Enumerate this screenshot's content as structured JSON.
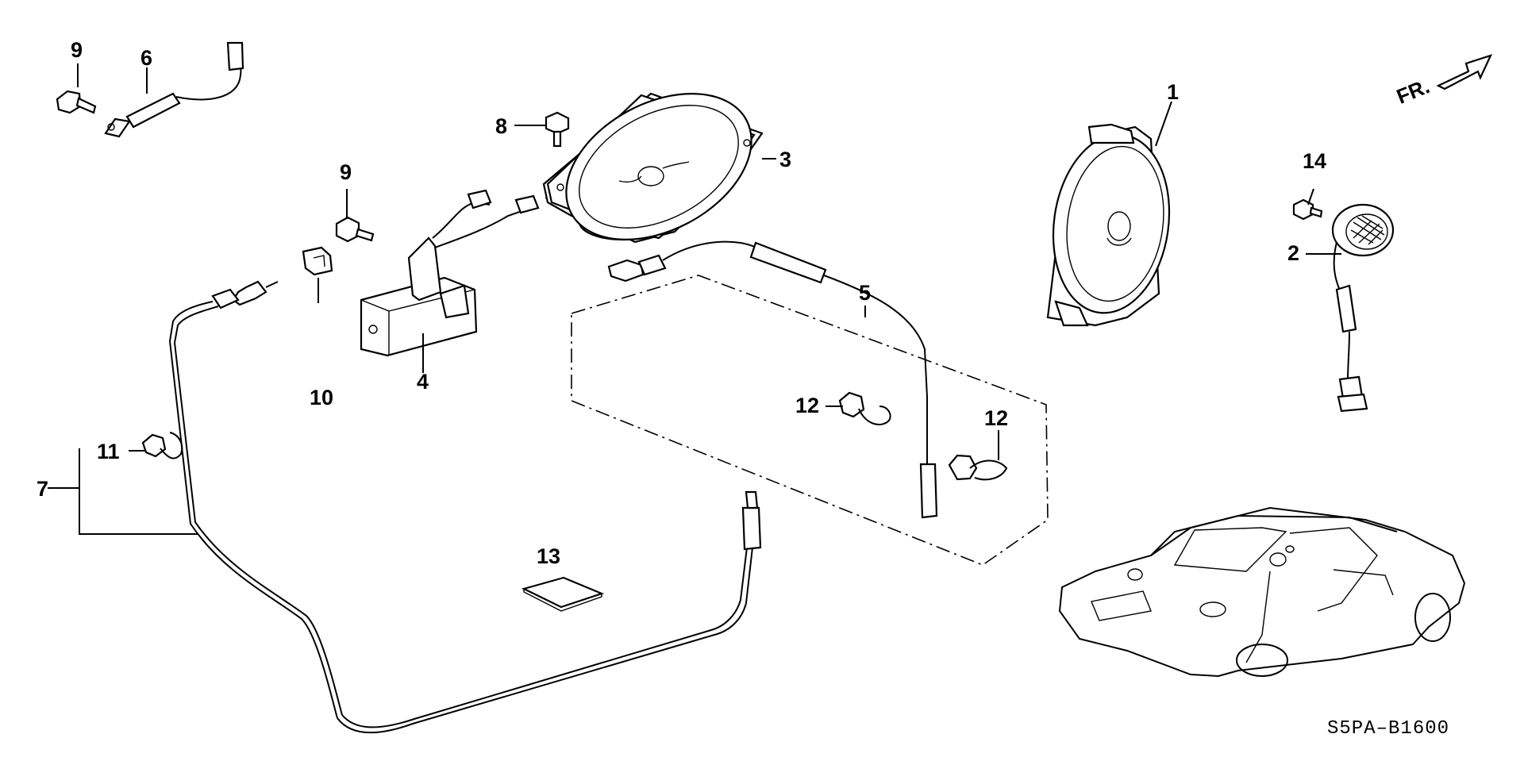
{
  "diagram": {
    "diagram_code": "S5PA–B1600",
    "front_indicator": "FR.",
    "callouts": {
      "c1": "1",
      "c2": "2",
      "c3": "3",
      "c4": "4",
      "c5": "5",
      "c6": "6",
      "c7": "7",
      "c8": "8",
      "c9a": "9",
      "c9b": "9",
      "c10": "10",
      "c11": "11",
      "c12a": "12",
      "c12b": "12",
      "c13": "13",
      "c14": "14"
    }
  }
}
